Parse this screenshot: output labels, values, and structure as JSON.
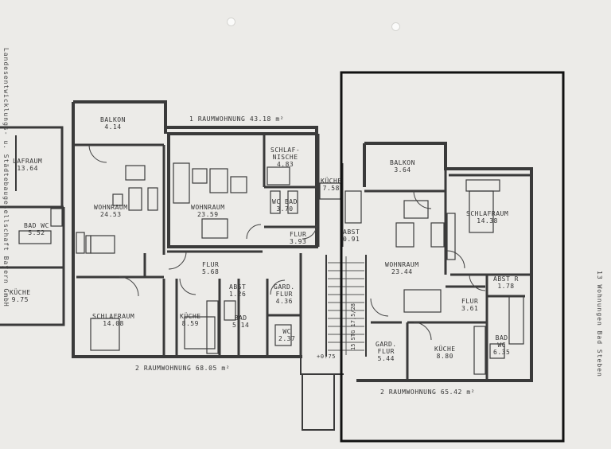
{
  "plan": {
    "units": [
      {
        "id": "left",
        "caption": "2 RAUMWOHNUNG  68.05 m²"
      },
      {
        "id": "top",
        "caption": "1 RAUMWOHNUNG  43.18 m²"
      },
      {
        "id": "right",
        "caption": "2 RAUMWOHNUNG  65.42 m²"
      }
    ],
    "rooms": {
      "balkon_l": {
        "name": "BALKON",
        "area": "4.14"
      },
      "schlaf_partial": {
        "name": "LAFRAUM",
        "area": "13.64"
      },
      "wohn_l": {
        "name": "WOHNRAUM",
        "area": "24.53"
      },
      "badwc_partial": {
        "name": "BAD WC",
        "area": "5.52"
      },
      "kueche_partial": {
        "name": "KÜCHE",
        "area": "9.75"
      },
      "wohn_top": {
        "name": "WOHNRAUM",
        "area": "23.59"
      },
      "schlafnische": {
        "name": "SCHLAF-\nNISCHE",
        "area": "4.83"
      },
      "wcbad_top": {
        "name": "WC BAD",
        "area": "3.70"
      },
      "kueche_top": {
        "name": "KÜCHE",
        "area": "7.58"
      },
      "flur_top": {
        "name": "FLUR",
        "area": "3.93"
      },
      "abst_top": {
        "name": "ABST",
        "area": "0.91"
      },
      "flur_l": {
        "name": "FLUR",
        "area": "5.68"
      },
      "schlaf_l": {
        "name": "SCHLAFRAUM",
        "area": "14.08"
      },
      "kueche_l": {
        "name": "KÜCHE",
        "area": "8.59"
      },
      "abst_l": {
        "name": "ABST",
        "area": "1.26"
      },
      "bad_l": {
        "name": "BAD",
        "area": "5.14"
      },
      "gard_l": {
        "name": "GARD.\nFLUR",
        "area": "4.36"
      },
      "wc_l": {
        "name": "WC",
        "area": "2.37"
      },
      "balkon_r": {
        "name": "BALKON",
        "area": "3.64"
      },
      "schlaf_r": {
        "name": "SCHLAFRAUM",
        "area": "14.38"
      },
      "wohn_r": {
        "name": "WOHNRAUM",
        "area": "23.44"
      },
      "abst_r": {
        "name": "ABST R",
        "area": "1.78"
      },
      "flur_r": {
        "name": "FLUR",
        "area": "3.61"
      },
      "gard_r": {
        "name": "GARD.\nFLUR",
        "area": "5.44"
      },
      "kueche_r": {
        "name": "KÜCHE",
        "area": "8.80"
      },
      "badwc_r": {
        "name": "BAD\nWC",
        "area": "6.35"
      }
    },
    "stair_label": "15 STG 17,5/28",
    "entry_level": "+0.75",
    "side_text_left": "Landesentwicklungs- u. Städtebaugesellschaft Bayern GmbH",
    "side_text_right": "13 Wohnungen  Bad Steben",
    "highlight": {
      "color": "#111111"
    }
  }
}
